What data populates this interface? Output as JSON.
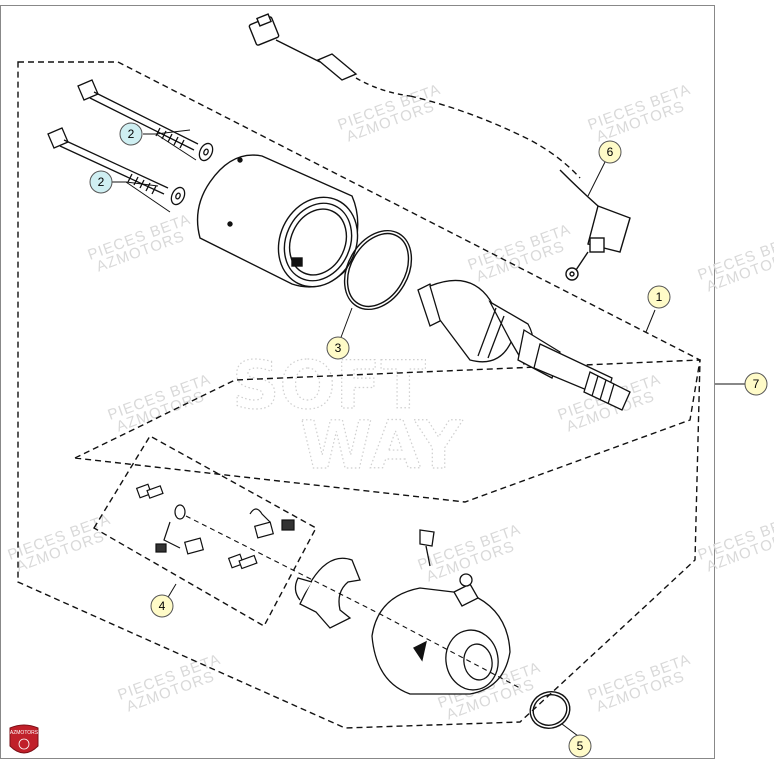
{
  "callouts": [
    {
      "id": "bolt-upper",
      "label": "2"
    },
    {
      "id": "bolt-lower",
      "label": "2"
    },
    {
      "id": "oring-large",
      "label": "3"
    },
    {
      "id": "armature",
      "label": "1"
    },
    {
      "id": "brush-kit",
      "label": "4"
    },
    {
      "id": "oring-small",
      "label": "5"
    },
    {
      "id": "cable",
      "label": "6"
    },
    {
      "id": "assembly",
      "label": "7"
    }
  ],
  "callout_colors": {
    "default": "#fffbc8",
    "bolt": "#cfeff2",
    "stroke": "#555555"
  },
  "watermark": {
    "line1": "PIECES BETA",
    "line2": "AZMOTORS",
    "center_line1": "SOFT",
    "center_line2": "WAY"
  },
  "logo": {
    "text": "AZMOTORS",
    "color": "#c0202a"
  }
}
